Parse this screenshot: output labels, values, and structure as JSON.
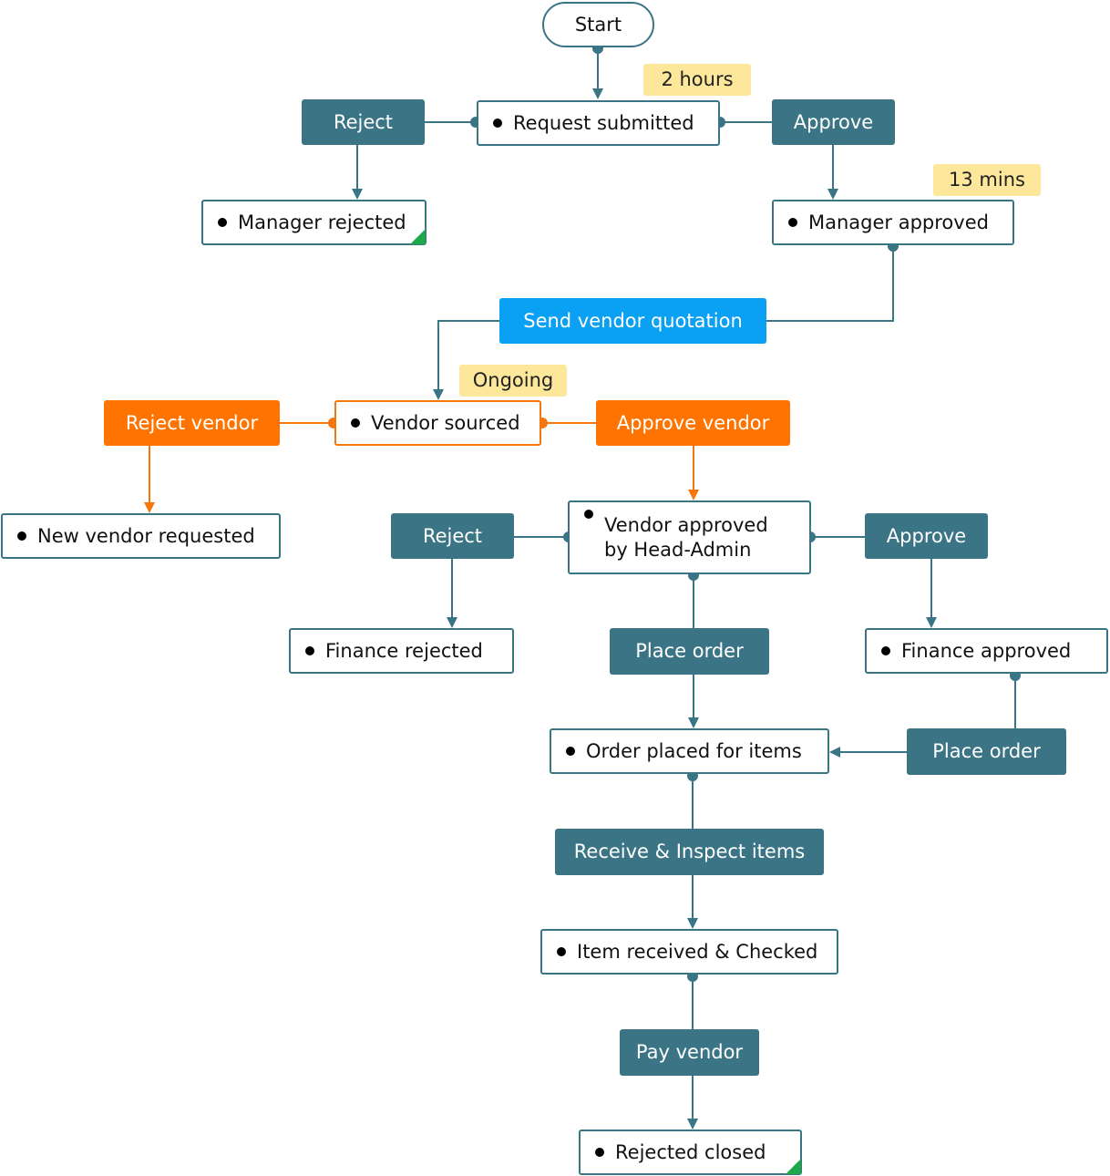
{
  "start": {
    "label": "Start"
  },
  "badges": {
    "request": "2 hours",
    "manager": "13 mins",
    "vendor": "Ongoing"
  },
  "states": {
    "request_submitted": "Request submitted",
    "manager_rejected": "Manager rejected",
    "manager_approved": "Manager approved",
    "vendor_sourced": "Vendor sourced",
    "new_vendor_requested": "New vendor requested",
    "vendor_approved_line1": "Vendor approved",
    "vendor_approved_line2": "by Head-Admin",
    "finance_rejected": "Finance rejected",
    "finance_approved": "Finance approved",
    "order_placed": "Order placed for items",
    "item_received": "Item received & Checked",
    "rejected_closed": "Rejected closed"
  },
  "actions": {
    "reject": "Reject",
    "approve": "Approve",
    "send_vendor_quotation": "Send vendor quotation",
    "reject_vendor": "Reject vendor",
    "approve_vendor": "Approve vendor",
    "finance_reject": "Reject",
    "finance_approve": "Approve",
    "place_order_main": "Place order",
    "place_order_finance": "Place order",
    "receive_inspect": "Receive & Inspect items",
    "pay_vendor": "Pay vendor"
  },
  "colors": {
    "teal": "#3b7585",
    "orange": "#ff7400",
    "blue": "#0aa0f3",
    "badge": "#fde79b",
    "final_marker": "#1fa84a"
  }
}
